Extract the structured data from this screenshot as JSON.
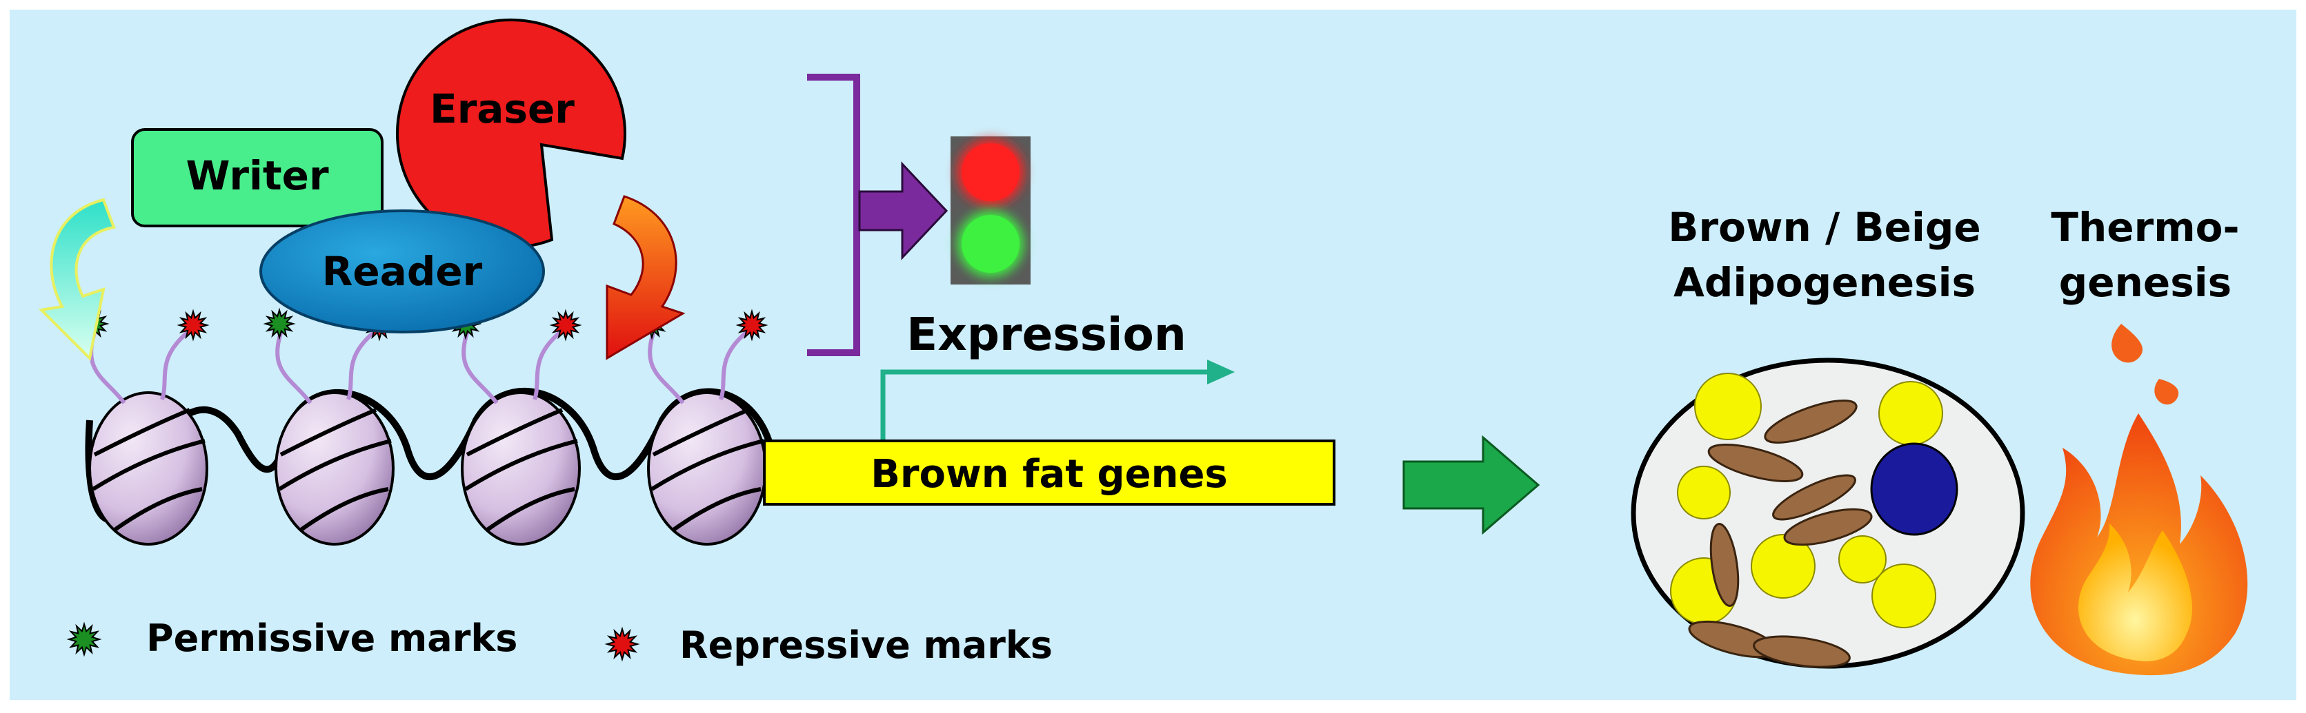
{
  "colors": {
    "background": "#cdeefa",
    "writer_fill": "#48ee8c",
    "reader_fill": "#1187c4",
    "eraser_fill": "#ee1c1c",
    "bracket": "#7a2a9c",
    "expression_arrow": "#20b08a",
    "genes_box": "#ffff00",
    "process_arrow": "#1aa84a",
    "permissive_mark": "#1b8f22",
    "repressive_mark": "#e01010",
    "nucleosome": "#d9c6e3",
    "tail": "#b48ad4",
    "light_red": "#ff2020",
    "light_green": "#3ef040",
    "cell_fill": "#eef0f0",
    "lipid_droplet": "#f5f500",
    "mitochondria": "#9a6a42",
    "nucleus": "#1a1a9c"
  },
  "labels": {
    "writer": "Writer",
    "reader": "Reader",
    "eraser": "Eraser",
    "expression": "Expression",
    "brown_fat_genes": "Brown fat genes",
    "adipogenesis_line1": "Brown / Beige",
    "adipogenesis_line2": "Adipogenesis",
    "thermogenesis_line1": "Thermo-",
    "thermogenesis_line2": "genesis",
    "permissive_marks": "Permissive marks",
    "repressive_marks": "Repressive marks"
  },
  "icons": {
    "traffic_light": "traffic-light-icon",
    "fire": "fire-icon",
    "cell": "adipocyte-cell-icon"
  }
}
